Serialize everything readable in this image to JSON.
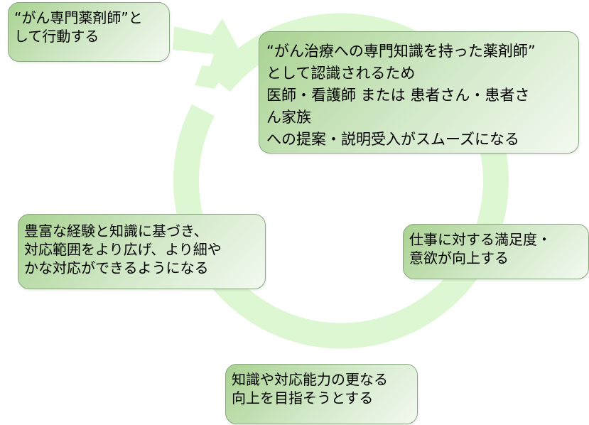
{
  "diagram": {
    "colors": {
      "cycle_arrow": "#ddf7d2",
      "box_border": "#8aa880",
      "box_gradient_start": "#a9d291",
      "box_gradient_end": "#f3f9f0",
      "text": "#000000"
    },
    "boxes": {
      "top_left": {
        "lines": [
          "“がん専門薬剤師”と",
          "して行動する"
        ]
      },
      "main": {
        "lines": [
          "“がん治療への専門知識を持った薬剤師”",
          "として認識されるため",
          "医師・看護師 または 患者さん・患者さ",
          "ん家族",
          "への提案・説明受入がスムーズになる"
        ]
      },
      "right": {
        "lines": [
          "仕事に対する満足度・",
          "意欲が向上する"
        ]
      },
      "bottom": {
        "lines": [
          "知識や対応能力の更なる",
          "向上を目指そうとする"
        ]
      },
      "left": {
        "lines": [
          "豊富な経験と知識に基づき、",
          "対応範囲をより広げ、より細や",
          "かな対応ができるようになる"
        ]
      }
    }
  }
}
